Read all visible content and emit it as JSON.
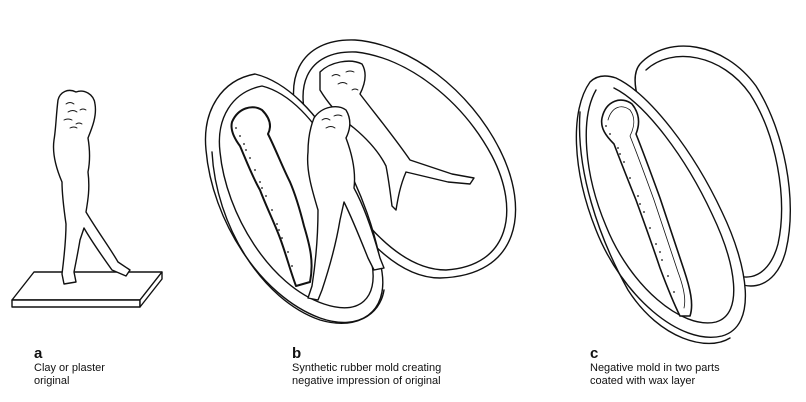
{
  "panels": [
    {
      "letter": "a",
      "lines": [
        "Clay or plaster",
        "original"
      ]
    },
    {
      "letter": "b",
      "lines": [
        "Synthetic rubber mold creating",
        "negative impression of original"
      ]
    },
    {
      "letter": "c",
      "lines": [
        "Negative mold in two parts",
        "coated with wax layer"
      ]
    }
  ]
}
